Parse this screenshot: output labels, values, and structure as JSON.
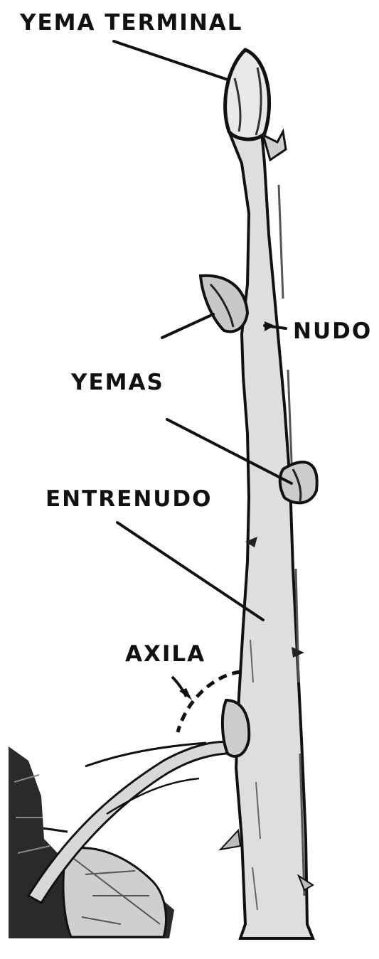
{
  "labels": {
    "yema_terminal": "YEMA TERMINAL",
    "nudo": "NUDO",
    "yemas": "YEMAS",
    "entrenudo": "ENTRENUDO",
    "axila": "AXILA"
  },
  "colors": {
    "ink": "#111111",
    "stem": "#dedede",
    "leaf": "#2a2a2a",
    "background": "#ffffff"
  }
}
